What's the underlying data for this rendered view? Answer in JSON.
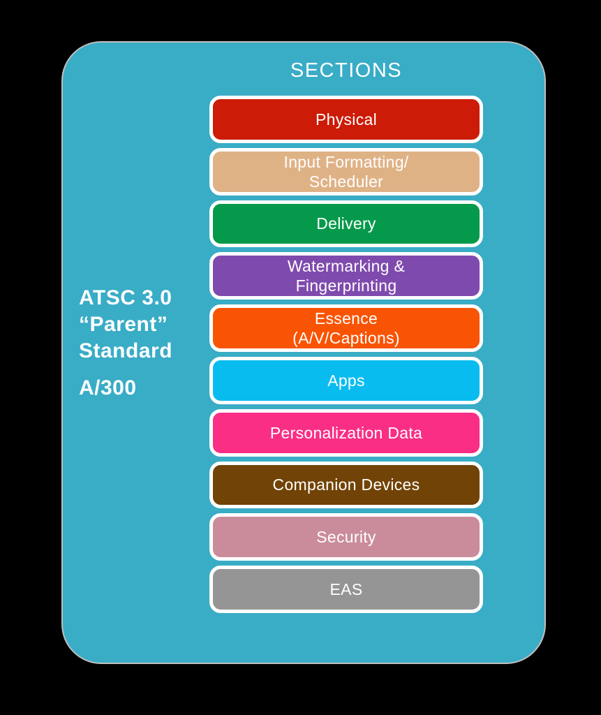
{
  "title": "SECTIONS",
  "parent_label": {
    "line1": "ATSC 3.0",
    "line2": "“Parent”",
    "line3": "Standard",
    "doc_number": "A/300"
  },
  "colors": {
    "canvas": "#000000",
    "card_background": "#39ACC6",
    "text": "#FFFFFF",
    "bar_border": "#FFFFFF"
  },
  "sections": [
    {
      "name": "physical",
      "label": "Physical",
      "color": "#CC1B06"
    },
    {
      "name": "input-formatting-scheduler",
      "label": "Input Formatting/\nScheduler",
      "color": "#DFB286"
    },
    {
      "name": "delivery",
      "label": "Delivery",
      "color": "#059A4B"
    },
    {
      "name": "watermarking-fingerprinting",
      "label": "Watermarking &\nFingerprinting",
      "color": "#7F4AAD"
    },
    {
      "name": "essence-av-captions",
      "label": "Essence\n(A/V/Captions)",
      "color": "#F95404"
    },
    {
      "name": "apps",
      "label": "Apps",
      "color": "#09BCF0"
    },
    {
      "name": "personalization-data",
      "label": "Personalization Data",
      "color": "#FA2E85"
    },
    {
      "name": "companion-devices",
      "label": "Companion Devices",
      "color": "#714306"
    },
    {
      "name": "security",
      "label": "Security",
      "color": "#CA8C9B"
    },
    {
      "name": "eas",
      "label": "EAS",
      "color": "#959595"
    }
  ]
}
